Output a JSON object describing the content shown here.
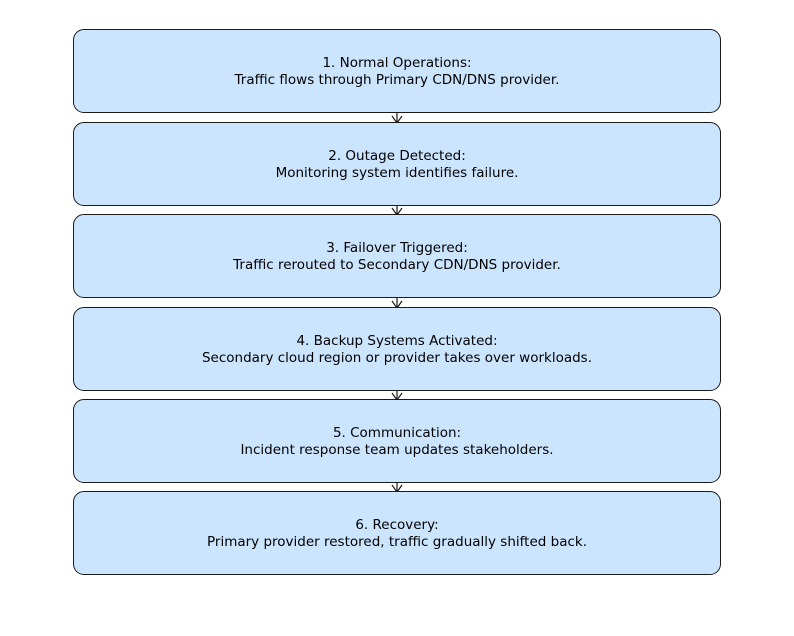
{
  "steps": [
    {
      "title": "1. Normal Operations:",
      "description": "Traffic flows through Primary CDN/DNS provider."
    },
    {
      "title": "2. Outage Detected:",
      "description": "Monitoring system identifies failure."
    },
    {
      "title": "3. Failover Triggered:",
      "description": "Traffic rerouted to Secondary CDN/DNS provider."
    },
    {
      "title": "4. Backup Systems Activated:",
      "description": "Secondary cloud region or provider takes over workloads."
    },
    {
      "title": "5. Communication:",
      "description": "Incident response team updates stakeholders."
    },
    {
      "title": "6. Recovery:",
      "description": "Primary provider restored, traffic gradually shifted back."
    }
  ],
  "colors": {
    "box_fill": "#cce5fe",
    "box_border": "#1a1a1a",
    "arrow": "#1a1a1a"
  }
}
